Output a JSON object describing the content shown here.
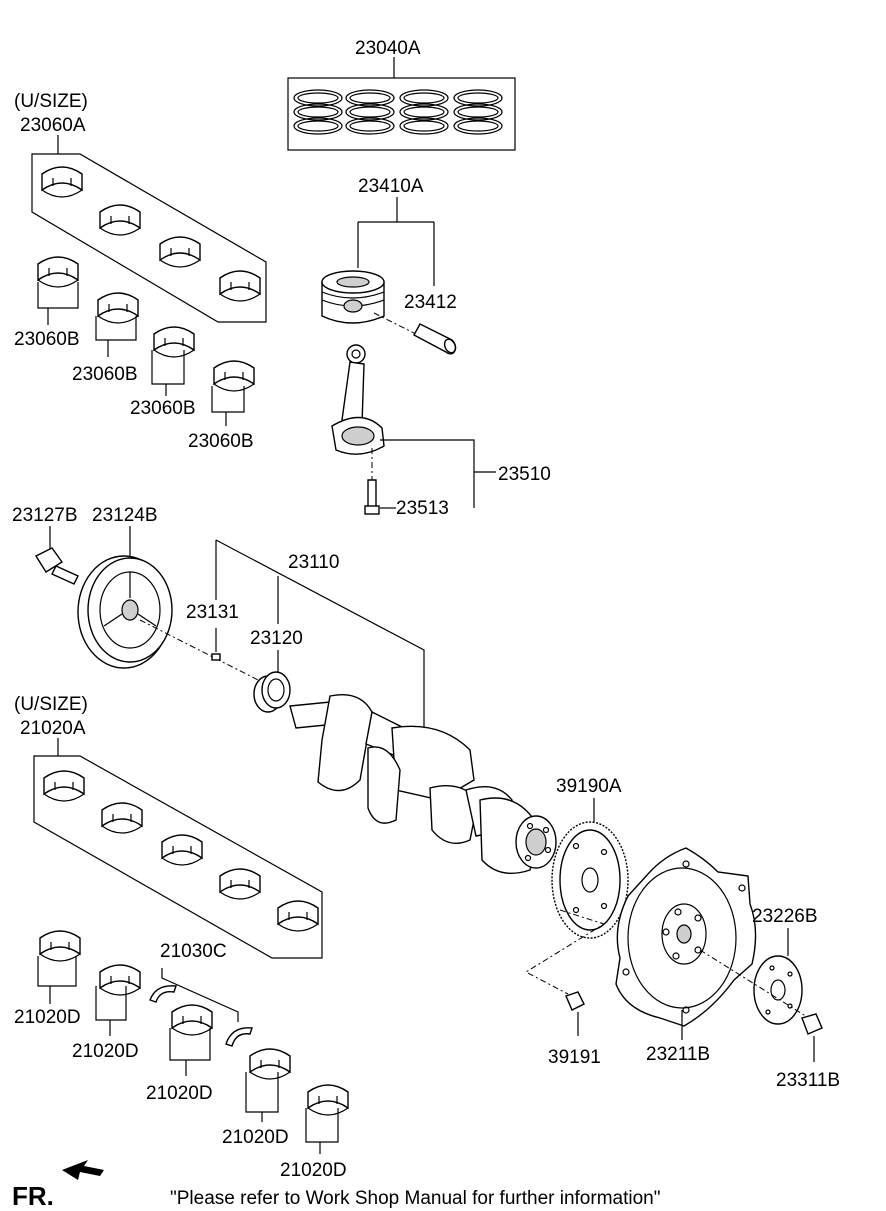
{
  "labels": {
    "piston_ring_set": "23040A",
    "upper_size_1": "(U/SIZE)",
    "crank_bearing_upper": "23060A",
    "crank_bearing_b1": "23060B",
    "crank_bearing_b2": "23060B",
    "crank_bearing_b3": "23060B",
    "crank_bearing_b4": "23060B",
    "piston_assy": "23410A",
    "piston_pin": "23412",
    "connecting_rod": "23510",
    "rod_bolt": "23513",
    "pulley_bolt": "23127B",
    "damper_pulley": "23124B",
    "crankshaft": "23110",
    "key": "23131",
    "sprocket": "23120",
    "upper_size_2": "(U/SIZE)",
    "main_bearing_upper": "21020A",
    "thrust_bearing": "21030C",
    "main_bearing_d1": "21020D",
    "main_bearing_d2": "21020D",
    "main_bearing_d3": "21020D",
    "main_bearing_d4": "21020D",
    "main_bearing_d5": "21020D",
    "ring_gear": "39190A",
    "ring_gear_bolt": "39191",
    "drive_plate": "23211B",
    "adapter_plate": "23226B",
    "drive_plate_bolt": "23311B"
  },
  "footer": {
    "direction": "FR.",
    "note": "\"Please refer to Work Shop Manual for further information\""
  }
}
